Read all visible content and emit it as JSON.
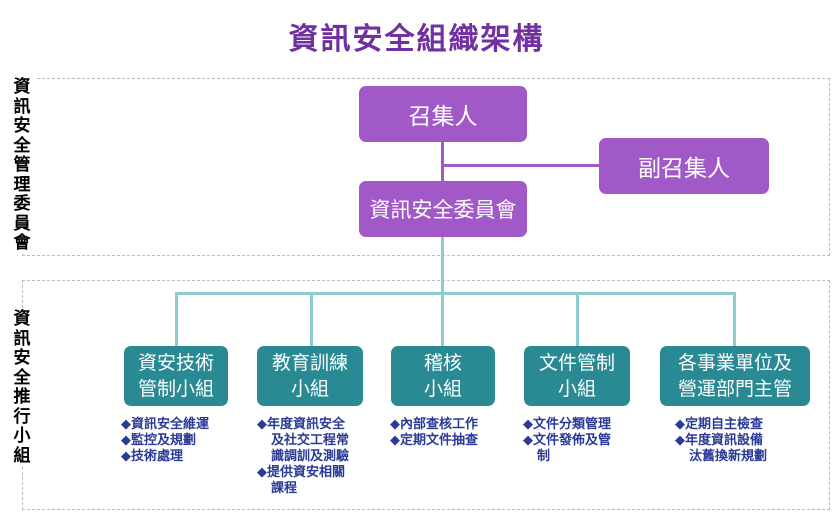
{
  "title": "資訊安全組織架構",
  "committee_label": [
    "資",
    "訊",
    "安",
    "全",
    "管",
    "理",
    "委",
    "員",
    "會"
  ],
  "promotion_label": [
    "資",
    "訊",
    "安",
    "全",
    "推",
    "行",
    "小",
    "組"
  ],
  "top_nodes": {
    "convener": "召集人",
    "deputy_convener": "副召集人",
    "committee": "資訊安全委員會"
  },
  "groups": [
    {
      "name": "資安技術\n管制小組",
      "tasks": [
        [
          "資訊安全維運"
        ],
        [
          "監控及規劃"
        ],
        [
          "技術處理"
        ]
      ]
    },
    {
      "name": "教育訓練\n小組",
      "tasks": [
        [
          "年度資訊安全",
          "及社交工程常",
          "識調訓及測驗"
        ],
        [
          "提供資安相關",
          "課程"
        ]
      ]
    },
    {
      "name": "稽核\n小組",
      "tasks": [
        [
          "內部查核工作"
        ],
        [
          "定期文件抽查"
        ]
      ]
    },
    {
      "name": "文件管制\n小組",
      "tasks": [
        [
          "文件分類管理"
        ],
        [
          "文件發佈及管",
          "制"
        ]
      ]
    },
    {
      "name": "各事業單位及\n營運部門主管",
      "tasks": [
        [
          "定期自主檢查"
        ],
        [
          "年度資訊設備",
          "汰舊換新規劃"
        ]
      ]
    }
  ],
  "colors": {
    "title": "#7030a0",
    "purple_box": "#a259c8",
    "teal_box": "#2a8a93",
    "connector": "#8ccdd0",
    "task_text": "#2b3a96"
  },
  "bullet_icon": "diamond-icon"
}
